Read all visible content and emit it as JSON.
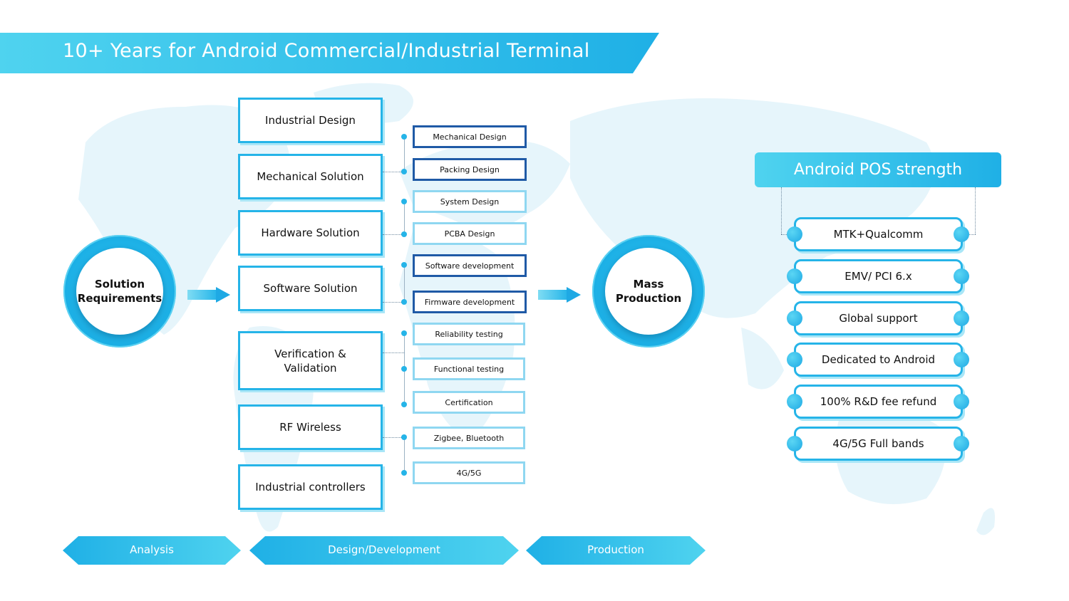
{
  "title": "10+ Years for Android Commercial/Industrial Terminal",
  "start_node": "Solution Requirements",
  "end_node": "Mass Production",
  "main_steps": [
    "Industrial Design",
    "Mechanical Solution",
    "Hardware Solution",
    "Software Solution",
    "Verification & Validation",
    "RF Wireless",
    "Industrial controllers"
  ],
  "sub_steps": [
    "Mechanical Design",
    "Packing Design",
    "System Design",
    "PCBA Design",
    "Software development",
    "Firmware development",
    "Reliability testing",
    "Functional testing",
    "Certification",
    "Zigbee, Bluetooth",
    "4G/5G"
  ],
  "pos_panel": {
    "title": "Android POS strength",
    "items": [
      "MTK+Qualcomm",
      "EMV/ PCI 6.x",
      "Global support",
      "Dedicated to Android",
      "100% R&D fee refund",
      "4G/5G Full bands"
    ]
  },
  "phases": [
    "Analysis",
    "Design/Development",
    "Production"
  ],
  "colors": {
    "accent": "#25b4e8",
    "dark_blue": "#1f5aa6",
    "light_blue": "#8fd7f1",
    "map": "#e3f4fb"
  }
}
